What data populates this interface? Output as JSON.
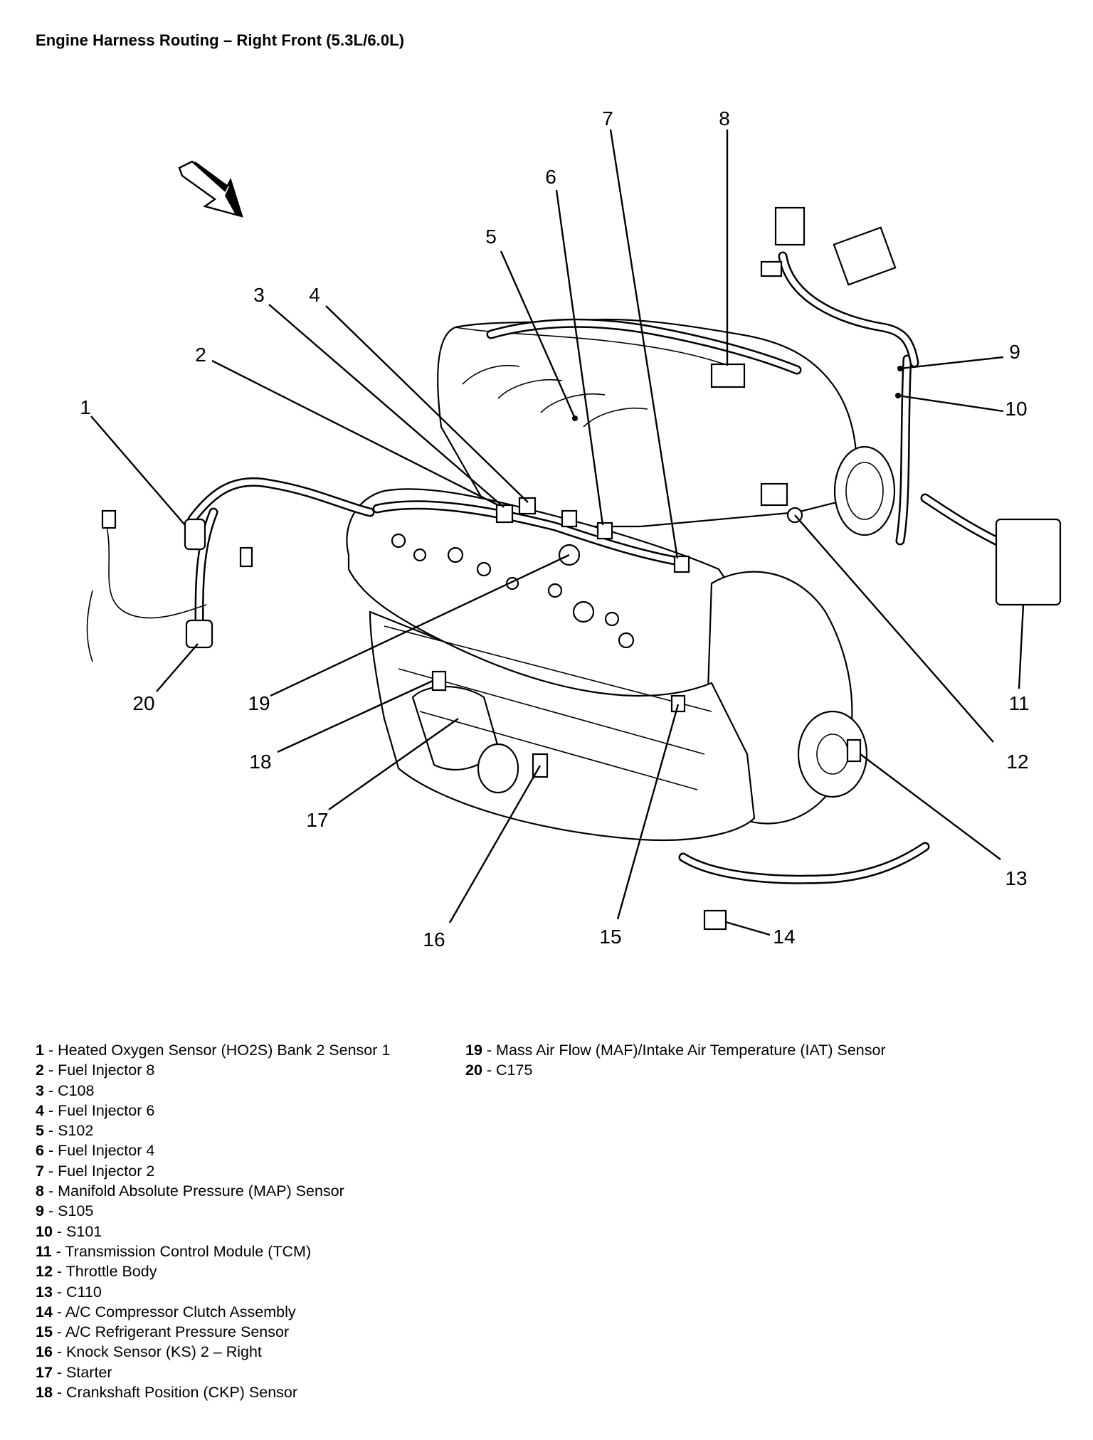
{
  "title": "Engine Harness Routing – Right Front (5.3L/6.0L)",
  "callouts": [
    {
      "num": "1"
    },
    {
      "num": "2"
    },
    {
      "num": "3"
    },
    {
      "num": "4"
    },
    {
      "num": "5"
    },
    {
      "num": "6"
    },
    {
      "num": "7"
    },
    {
      "num": "8"
    },
    {
      "num": "9"
    },
    {
      "num": "10"
    },
    {
      "num": "11"
    },
    {
      "num": "12"
    },
    {
      "num": "13"
    },
    {
      "num": "14"
    },
    {
      "num": "15"
    },
    {
      "num": "16"
    },
    {
      "num": "17"
    },
    {
      "num": "18"
    },
    {
      "num": "19"
    },
    {
      "num": "20"
    }
  ],
  "legend": [
    {
      "num": "1",
      "sep": " - ",
      "text": "Heated Oxygen Sensor (HO2S) Bank 2 Sensor 1"
    },
    {
      "num": "2",
      "sep": " - ",
      "text": "Fuel Injector 8"
    },
    {
      "num": "3",
      "sep": " - ",
      "text": "C108"
    },
    {
      "num": "4",
      "sep": " - ",
      "text": "Fuel Injector 6"
    },
    {
      "num": "5",
      "sep": " - ",
      "text": "S102"
    },
    {
      "num": "6",
      "sep": " - ",
      "text": "Fuel Injector 4"
    },
    {
      "num": "7",
      "sep": " - ",
      "text": "Fuel Injector 2"
    },
    {
      "num": "8",
      "sep": " - ",
      "text": "Manifold Absolute Pressure (MAP) Sensor"
    },
    {
      "num": "9",
      "sep": " - ",
      "text": "S105"
    },
    {
      "num": "10",
      "sep": " - ",
      "text": "S101"
    },
    {
      "num": "11",
      "sep": " - ",
      "text": "Transmission Control Module (TCM)"
    },
    {
      "num": "12",
      "sep": " - ",
      "text": "Throttle Body"
    },
    {
      "num": "13",
      "sep": " - ",
      "text": "C110"
    },
    {
      "num": "14",
      "sep": " - ",
      "text": "A/C Compressor Clutch Assembly"
    },
    {
      "num": "15",
      "sep": " - ",
      "text": "A/C Refrigerant Pressure Sensor"
    },
    {
      "num": "16",
      "sep": " - ",
      "text": "Knock Sensor (KS) 2 – Right"
    },
    {
      "num": "17",
      "sep": " - ",
      "text": "Starter"
    },
    {
      "num": "18",
      "sep": " - ",
      "text": "Crankshaft Position (CKP) Sensor"
    },
    {
      "num": "19",
      "sep": " - ",
      "text": "Mass Air Flow (MAF)/Intake Air Temperature (IAT) Sensor"
    },
    {
      "num": "20",
      "sep": " - ",
      "text": "C175"
    }
  ]
}
